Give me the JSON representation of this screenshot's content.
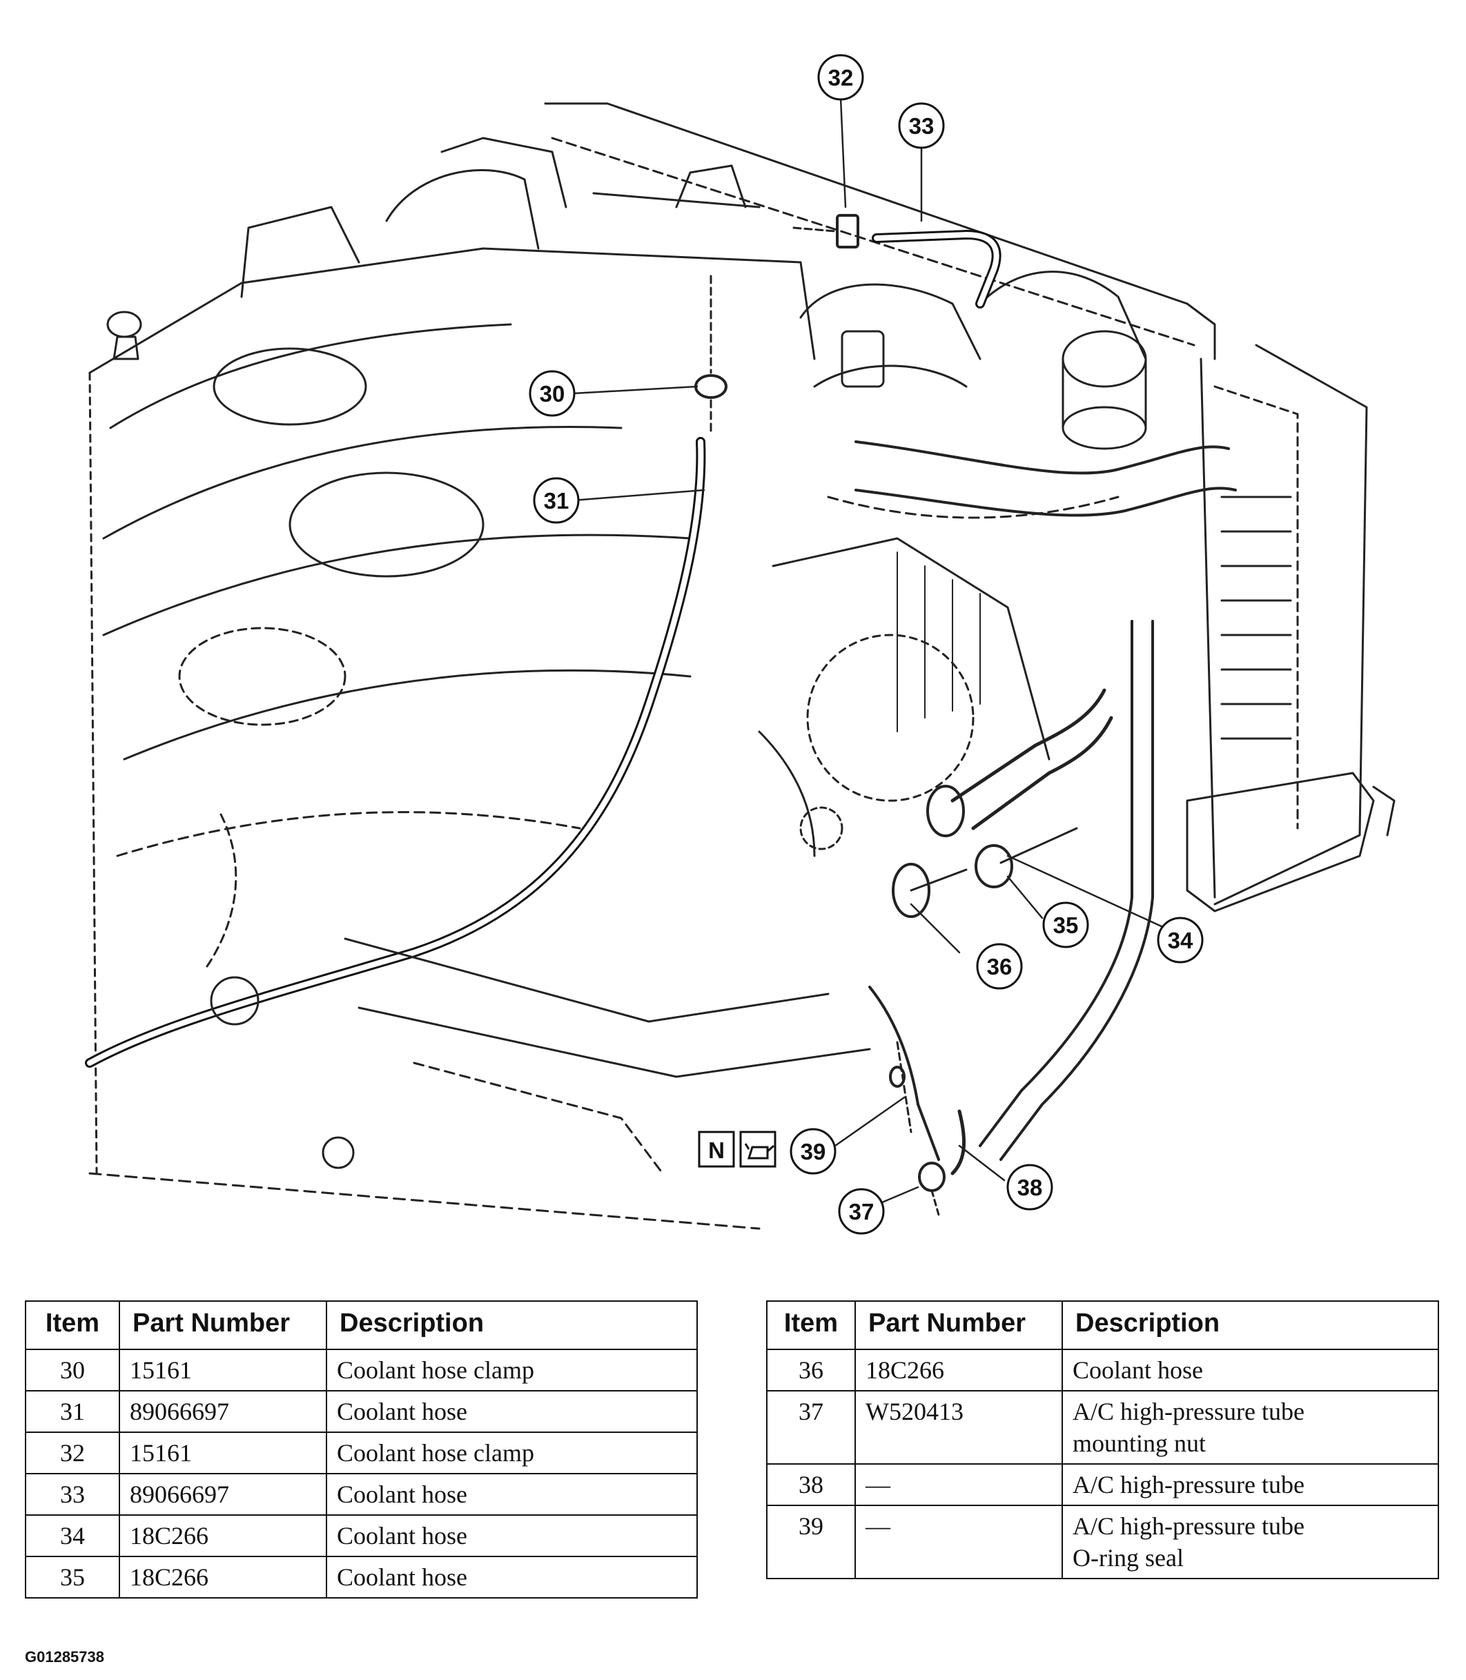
{
  "callouts": [
    {
      "label": "30"
    },
    {
      "label": "31"
    },
    {
      "label": "32"
    },
    {
      "label": "33"
    },
    {
      "label": "34"
    },
    {
      "label": "35"
    },
    {
      "label": "36"
    },
    {
      "label": "37"
    },
    {
      "label": "38"
    },
    {
      "label": "39"
    }
  ],
  "symbol_n": "N",
  "tables": {
    "left": {
      "headers": {
        "item": "Item",
        "part_number": "Part Number",
        "description": "Description"
      },
      "rows": [
        {
          "item": "30",
          "part_number": "15161",
          "description": "Coolant hose clamp"
        },
        {
          "item": "31",
          "part_number": "89066697",
          "description": "Coolant hose"
        },
        {
          "item": "32",
          "part_number": "15161",
          "description": "Coolant hose clamp"
        },
        {
          "item": "33",
          "part_number": "89066697",
          "description": "Coolant hose"
        },
        {
          "item": "34",
          "part_number": "18C266",
          "description": "Coolant hose"
        },
        {
          "item": "35",
          "part_number": "18C266",
          "description": "Coolant hose"
        }
      ]
    },
    "right": {
      "headers": {
        "item": "Item",
        "part_number": "Part Number",
        "description": "Description"
      },
      "rows": [
        {
          "item": "36",
          "part_number": "18C266",
          "description": "Coolant hose",
          "description2": ""
        },
        {
          "item": "37",
          "part_number": "W520413",
          "description": "A/C high-pressure tube",
          "description2": "mounting nut"
        },
        {
          "item": "38",
          "part_number": "—",
          "description": "A/C high-pressure tube",
          "description2": ""
        },
        {
          "item": "39",
          "part_number": "—",
          "description": "A/C high-pressure tube",
          "description2": "O-ring seal"
        }
      ]
    }
  },
  "figure_id": "G01285738"
}
